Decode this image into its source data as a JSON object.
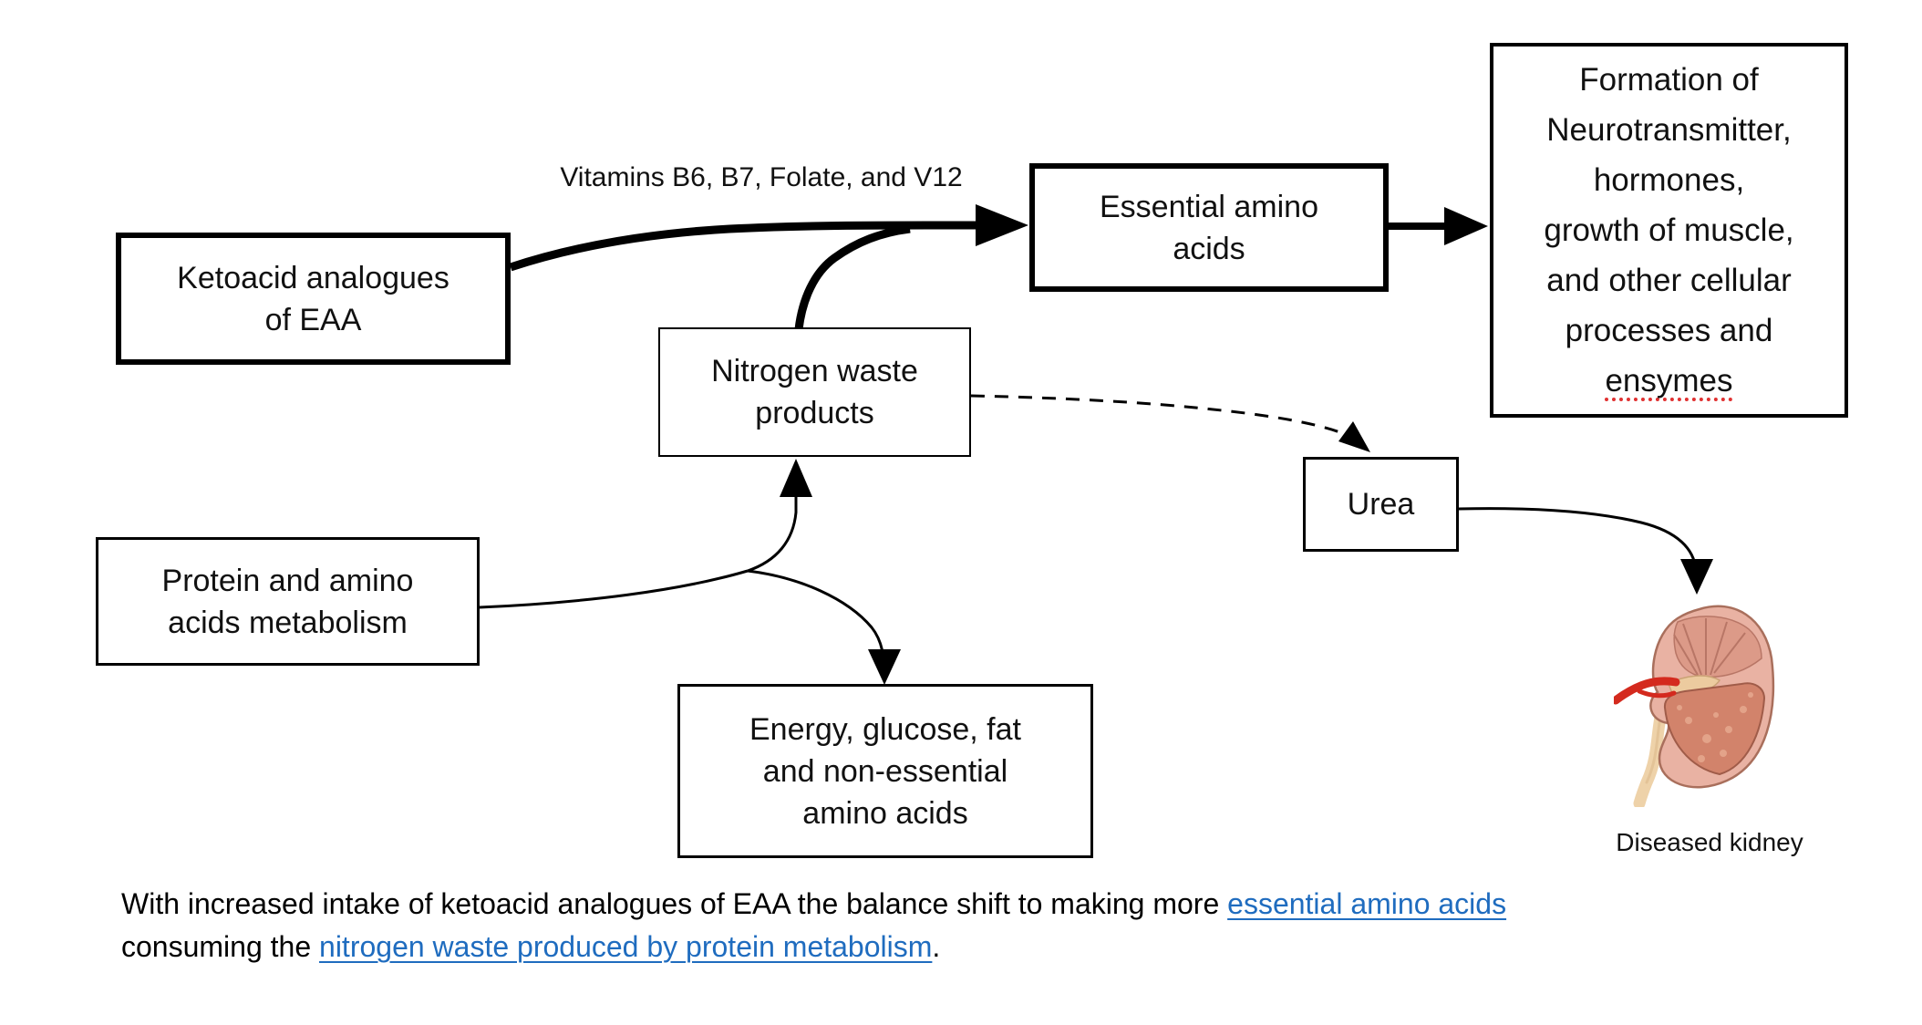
{
  "diagram": {
    "boxes": {
      "ketoacid": {
        "label": "Ketoacid analogues of EAA"
      },
      "essential": {
        "label": "Essential amino acids"
      },
      "formation": {
        "lines": [
          "Formation of",
          "Neurotransmitter,",
          "hormones,",
          "growth of muscle,",
          "and other cellular",
          "processes and",
          "ensymes"
        ]
      },
      "nitrogen": {
        "label": "Nitrogen waste products"
      },
      "urea": {
        "label": "Urea"
      },
      "protein": {
        "label": "Protein and amino acids metabolism"
      },
      "energy": {
        "label": "Energy, glucose, fat and non-essential amino acids"
      }
    },
    "arrow_label": "Vitamins B6, B7, Folate, and V12",
    "kidney_caption": "Diseased kidney"
  },
  "caption": {
    "line1_text": "With increased intake of ketoacid analogues of EAA the balance shift to making more ",
    "line1_link": "essential amino acids",
    "line2_text": "consuming the ",
    "line2_link": "nitrogen waste produced by protein metabolism",
    "line2_end": "."
  },
  "colors": {
    "link_blue": "#1f6cbf",
    "spellcheck_red": "#e03131",
    "arrow_black": "#000000",
    "kidney_body": "#e9b2a3",
    "kidney_lobe": "#d2836b",
    "kidney_artery": "#d42a1e",
    "kidney_ureter": "#eed2a9"
  }
}
